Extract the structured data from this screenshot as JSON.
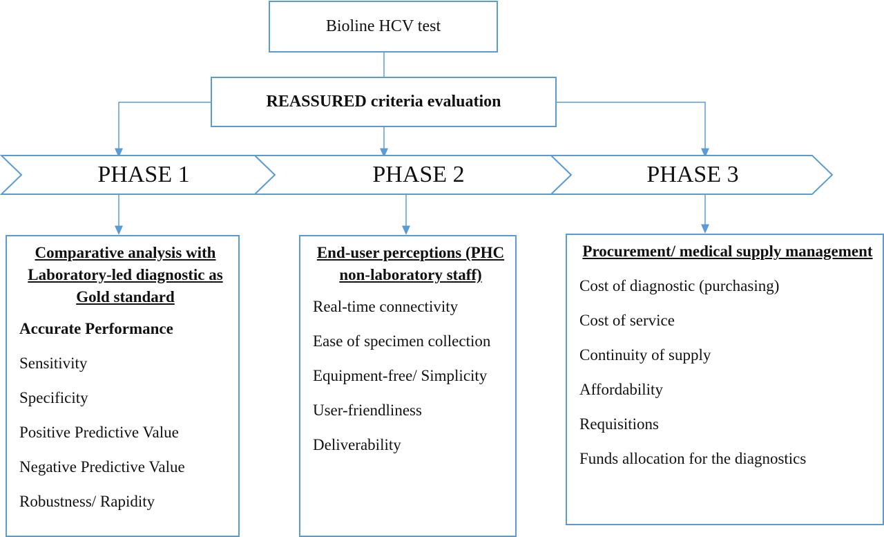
{
  "top": {
    "label": "Bioline HCV test"
  },
  "criteria": {
    "label": "REASSURED criteria evaluation"
  },
  "phases": [
    {
      "label": "PHASE 1"
    },
    {
      "label": "PHASE 2"
    },
    {
      "label": "PHASE 3"
    }
  ],
  "panels": [
    {
      "title": "Comparative analysis with Laboratory-led diagnostic as Gold standard",
      "subtitle": "Accurate Performance",
      "items": [
        "Sensitivity",
        "Specificity",
        "Positive Predictive Value",
        "Negative Predictive Value",
        "Robustness/ Rapidity"
      ]
    },
    {
      "title": "End-user perceptions (PHC non-laboratory staff)",
      "items": [
        "Real-time connectivity",
        "Ease of specimen collection",
        "Equipment-free/ Simplicity",
        "User-friendliness",
        "Deliverability"
      ]
    },
    {
      "title": "Procurement/ medical supply management",
      "items": [
        "Cost of diagnostic (purchasing)",
        "Cost of service",
        "Continuity of supply",
        "Affordability",
        "Requisitions",
        "Funds allocation for the diagnostics"
      ]
    }
  ],
  "colors": {
    "stroke": "#5b9bd5",
    "text": "#111111"
  }
}
